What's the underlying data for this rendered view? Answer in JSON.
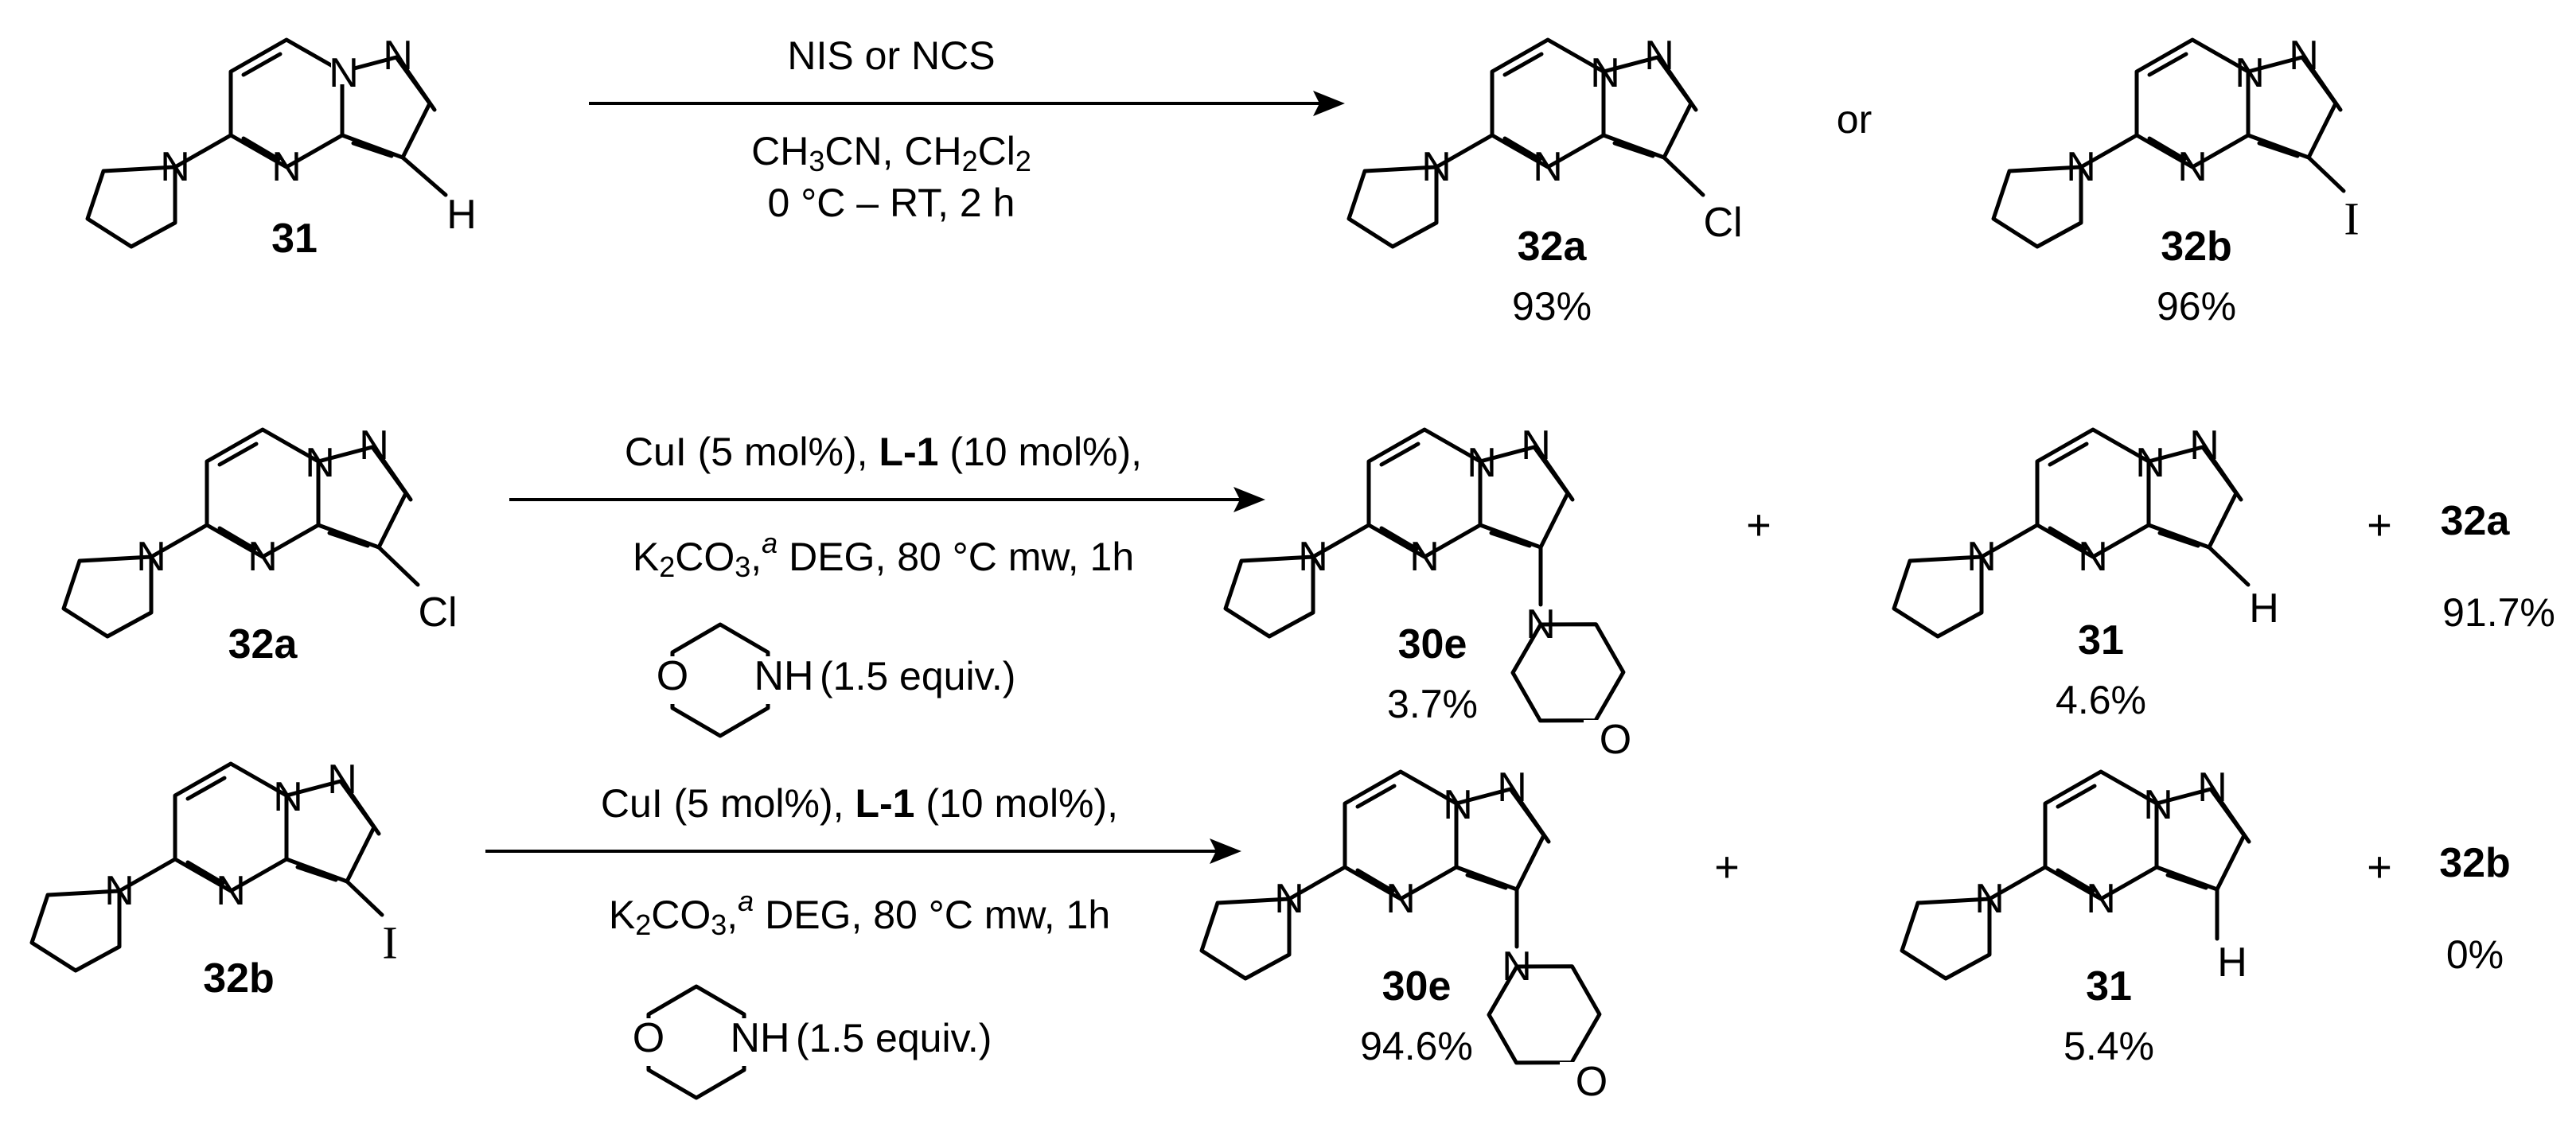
{
  "reaction1": {
    "reagent": "NIS or NCS",
    "solvent": {
      "p1": "CH",
      "s1": "3",
      "p2": "CN, CH",
      "s2": "2",
      "p3": "Cl",
      "s3": "2"
    },
    "temp": "0 °C – RT, 2 h",
    "or_text": "or",
    "start_label": "31",
    "p1_label": "32a",
    "p1_yield": "93%",
    "p2_label": "32b",
    "p2_yield": "96%"
  },
  "reaction2": {
    "start_label": "32a",
    "cond1": {
      "a": "CuI (5 mol%), ",
      "b": "L-1",
      "c": " (10 mol%),"
    },
    "cond2": {
      "a": "K",
      "s1": "2",
      "b": "CO",
      "s2": "3",
      "c": ",",
      "sup": "a",
      "d": " DEG, 80 °C mw, 1h"
    },
    "amine_equiv": "(1.5 equiv.)",
    "products": [
      {
        "label": "30e",
        "yield": "3.7%"
      },
      {
        "label": "31",
        "yield": "4.6%"
      },
      {
        "label": "32a",
        "yield": "91.7%"
      }
    ]
  },
  "reaction3": {
    "start_label": "32b",
    "cond1": {
      "a": "CuI (5 mol%), ",
      "b": "L-1",
      "c": " (10 mol%),"
    },
    "cond2": {
      "a": "K",
      "s1": "2",
      "b": "CO",
      "s2": "3",
      "c": ",",
      "sup": "a",
      "d": " DEG, 80 °C mw, 1h"
    },
    "amine_equiv": "(1.5 equiv.)",
    "products": [
      {
        "label": "30e",
        "yield": "94.6%"
      },
      {
        "label": "31",
        "yield": "5.4%"
      },
      {
        "label": "32b",
        "yield": "0%"
      }
    ]
  },
  "atoms": {
    "N": "N",
    "H": "H",
    "Cl": "Cl",
    "I": "I",
    "O": "O",
    "NH": "NH"
  },
  "plus": "+"
}
